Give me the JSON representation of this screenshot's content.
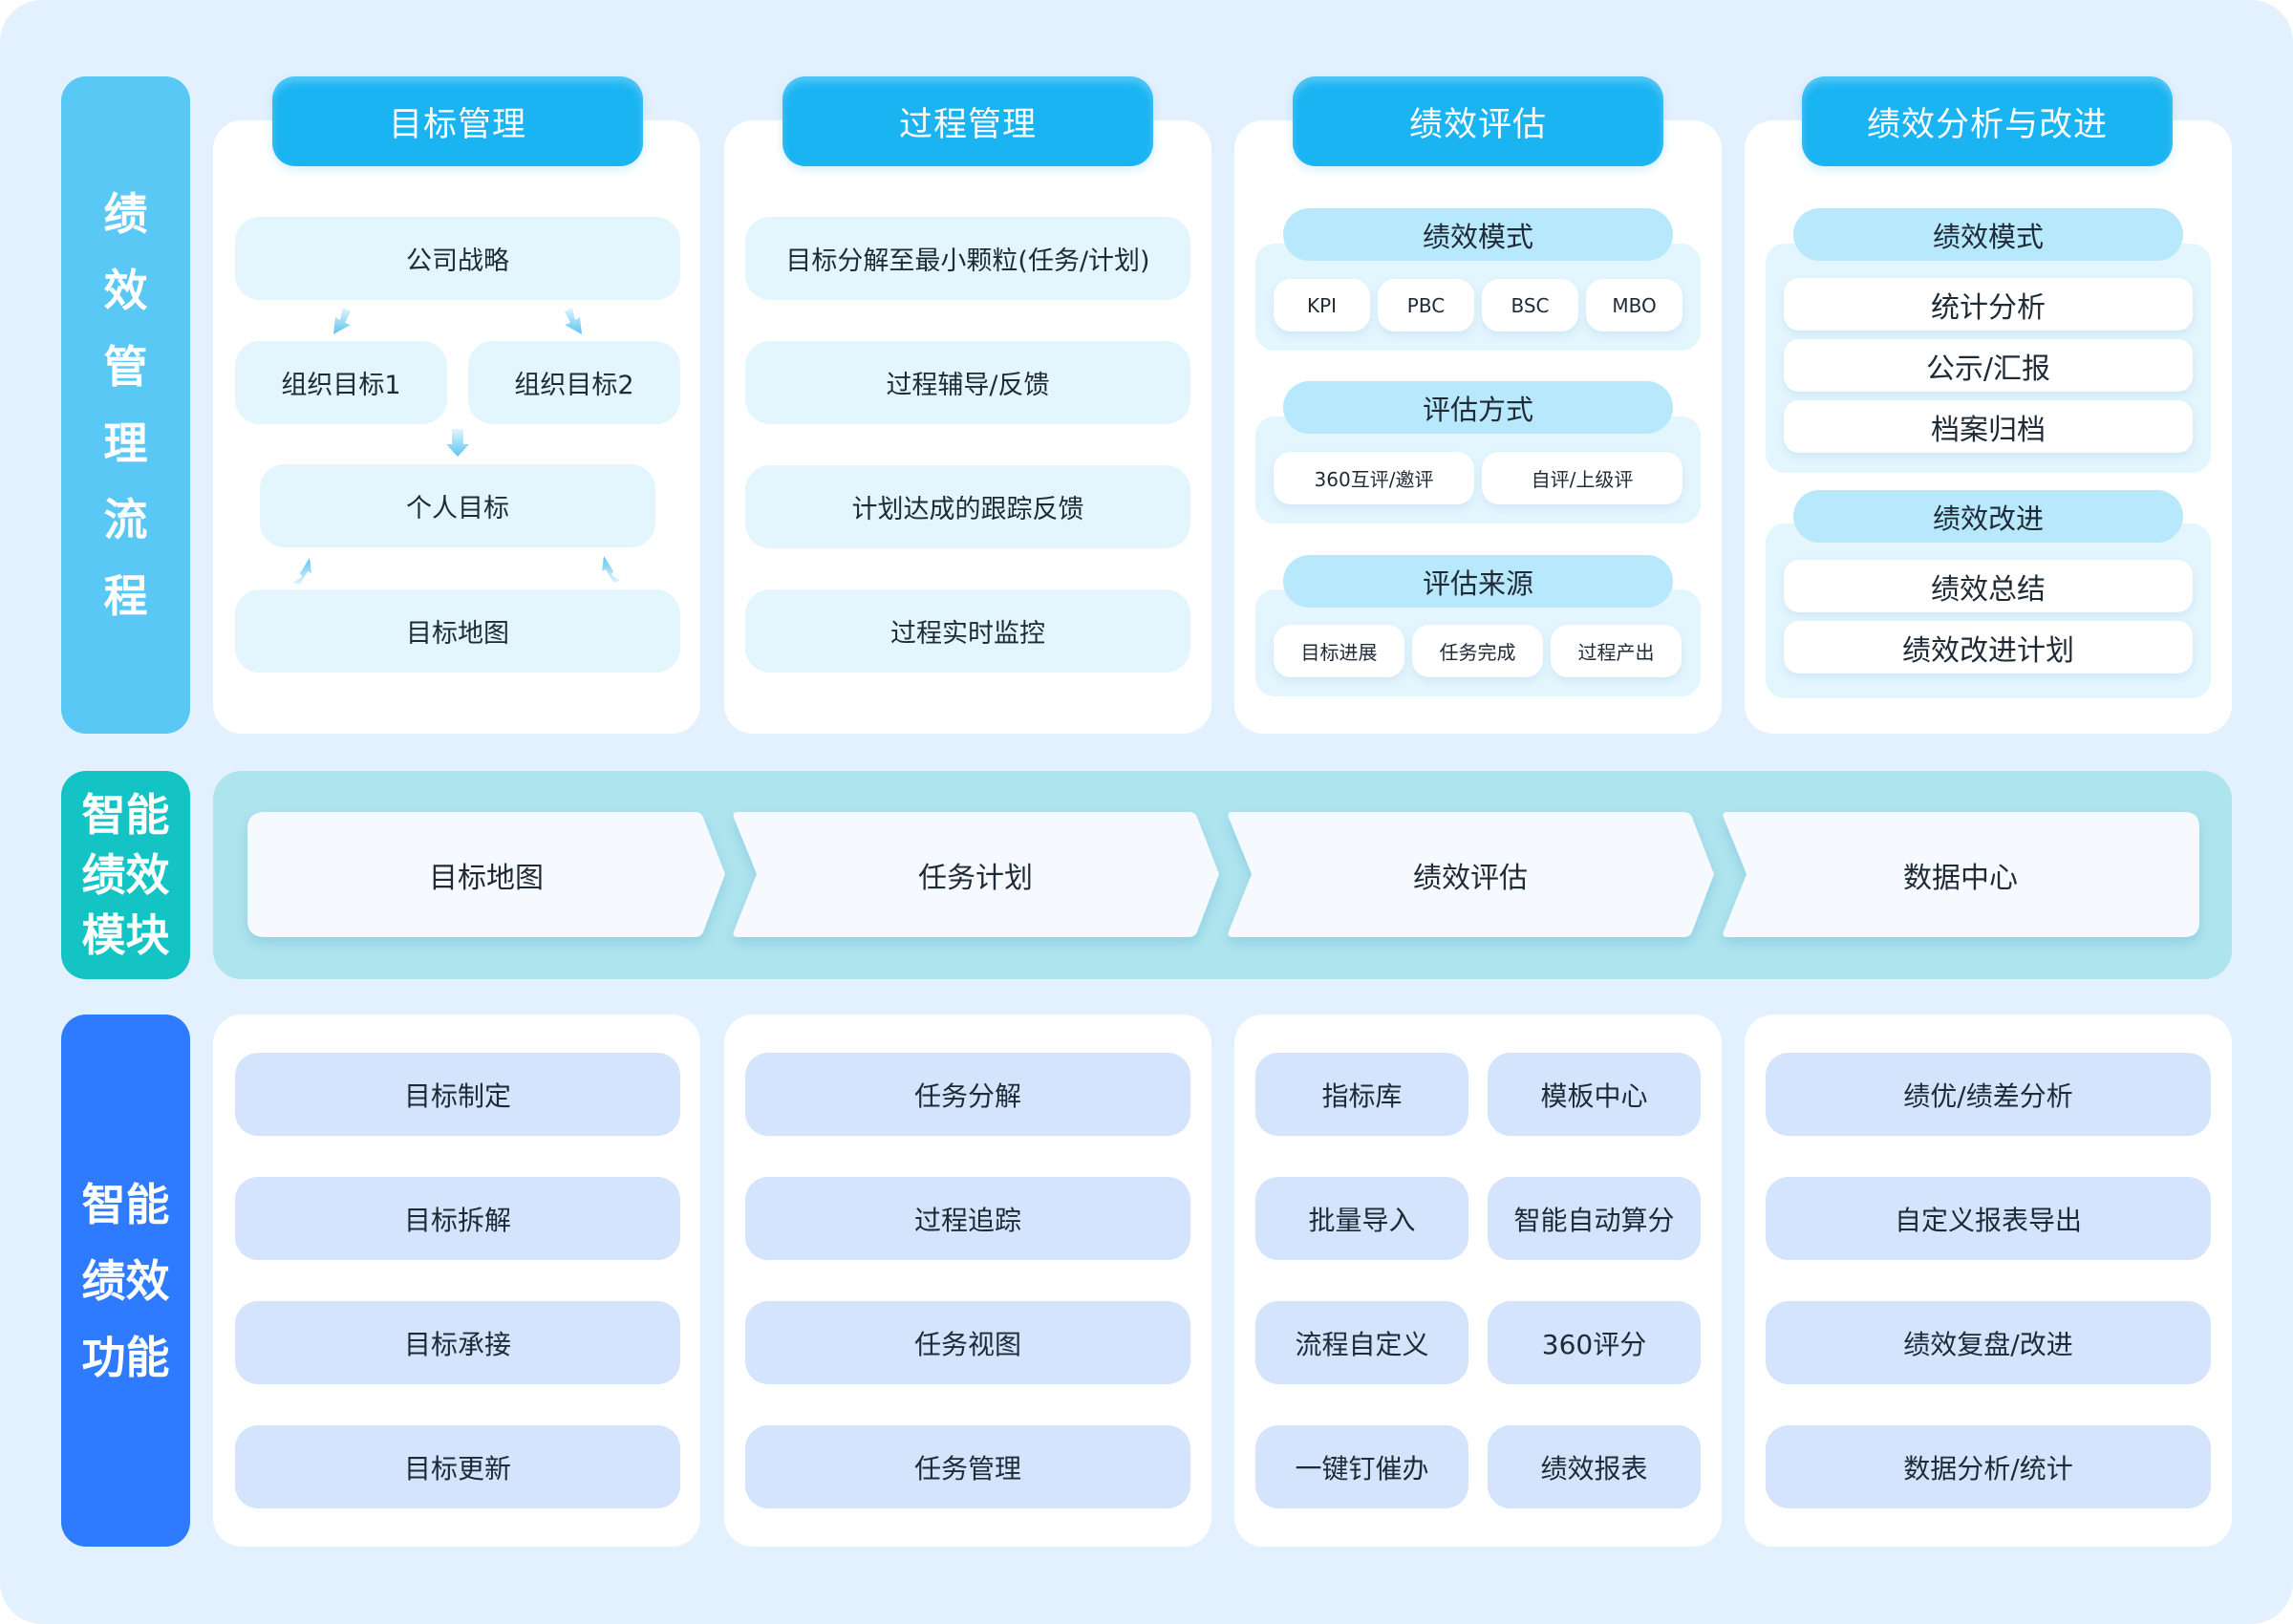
{
  "sections": {
    "process": {
      "label": "绩效管理流程"
    },
    "modules": {
      "label": "智能绩效模块"
    },
    "functions": {
      "label": "智能绩效功能"
    }
  },
  "process_columns": {
    "goal_management": {
      "title": "目标管理",
      "company_strategy": "公司战略",
      "org_goal_1": "组织目标1",
      "org_goal_2": "组织目标2",
      "personal_goal": "个人目标",
      "goal_map": "目标地图"
    },
    "process_management": {
      "title": "过程管理",
      "items": [
        "目标分解至最小颗粒(任务/计划)",
        "过程辅导/反馈",
        "计划达成的跟踪反馈",
        "过程实时监控"
      ]
    },
    "performance_evaluation": {
      "title": "绩效评估",
      "groups": [
        {
          "title": "绩效模式",
          "chips": [
            "KPI",
            "PBC",
            "BSC",
            "MBO"
          ]
        },
        {
          "title": "评估方式",
          "chips": [
            "360互评/邀评",
            "自评/上级评"
          ]
        },
        {
          "title": "评估来源",
          "chips": [
            "目标进展",
            "任务完成",
            "过程产出"
          ]
        }
      ]
    },
    "analysis_improvement": {
      "title": "绩效分析与改进",
      "groups": [
        {
          "title": "绩效模式",
          "items": [
            "统计分析",
            "公示/汇报",
            "档案归档"
          ]
        },
        {
          "title": "绩效改进",
          "items": [
            "绩效总结",
            "绩效改进计划"
          ]
        }
      ]
    }
  },
  "modules": {
    "steps": [
      "目标地图",
      "任务计划",
      "绩效评估",
      "数据中心"
    ]
  },
  "functions": {
    "goal": [
      "目标制定",
      "目标拆解",
      "目标承接",
      "目标更新"
    ],
    "task": [
      "任务分解",
      "过程追踪",
      "任务视图",
      "任务管理"
    ],
    "evaluation": [
      [
        "指标库",
        "模板中心"
      ],
      [
        "批量导入",
        "智能自动算分"
      ],
      [
        "流程自定义",
        "360评分"
      ],
      [
        "一键钉催办",
        "绩效报表"
      ]
    ],
    "analysis": [
      "绩优/绩差分析",
      "自定义报表导出",
      "绩效复盘/改进",
      "数据分析/统计"
    ]
  },
  "colors": {
    "background": "#E3F0FD",
    "process_label": "#5AC8F5",
    "modules_label": "#14C4C4",
    "functions_label": "#2F7BFF",
    "column_header": "#1BB4F3",
    "pill": "#E3F5FD",
    "group_title": "#B7E8FB",
    "band": "#AEE4EE",
    "function_item": "#D3E4FC"
  }
}
